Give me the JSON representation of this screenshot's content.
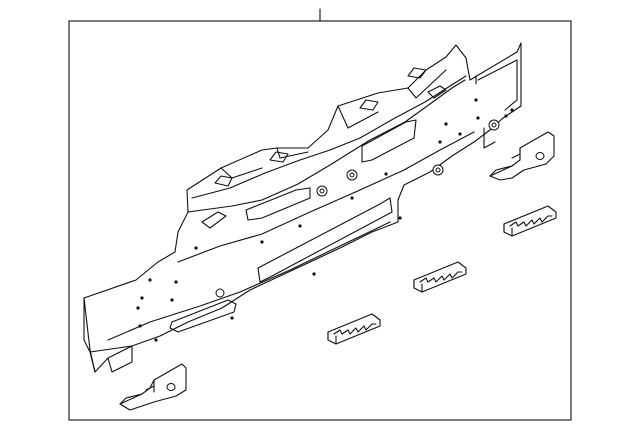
{
  "diagram": {
    "parts": [
      {
        "id": "rear-body-panel-assembly",
        "kind": "main-panel"
      },
      {
        "id": "bracket-left-lower",
        "kind": "bracket"
      },
      {
        "id": "bracket-right-upper",
        "kind": "bracket"
      },
      {
        "id": "reinforcement-clip-1",
        "kind": "clip"
      },
      {
        "id": "reinforcement-clip-2",
        "kind": "clip"
      },
      {
        "id": "reinforcement-clip-3",
        "kind": "clip"
      }
    ],
    "line_color": "#111111",
    "background_color": "#ffffff"
  }
}
